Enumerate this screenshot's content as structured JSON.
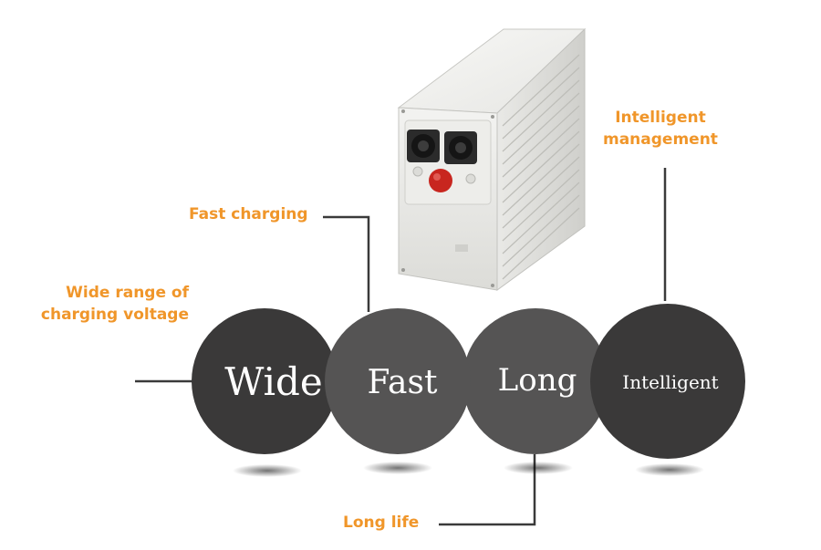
{
  "product": {
    "image_name": "battery-pack-product-photo"
  },
  "features": [
    {
      "id": "wide",
      "bubble_word": "Wide",
      "caption_lines": [
        "Wide range of",
        "charging voltage"
      ]
    },
    {
      "id": "fast",
      "bubble_word": "Fast",
      "caption_lines": [
        "Fast charging"
      ]
    },
    {
      "id": "long",
      "bubble_word": "Long",
      "caption_lines": [
        "Long life"
      ]
    },
    {
      "id": "intelligent",
      "bubble_word": "Intelligent",
      "caption_lines": [
        "Intelligent",
        "management"
      ]
    }
  ],
  "colors": {
    "caption": "#f0962a",
    "bubble_dark": "#3a3939",
    "bubble_mid": "#555454",
    "connector": "#3a3a3a"
  }
}
